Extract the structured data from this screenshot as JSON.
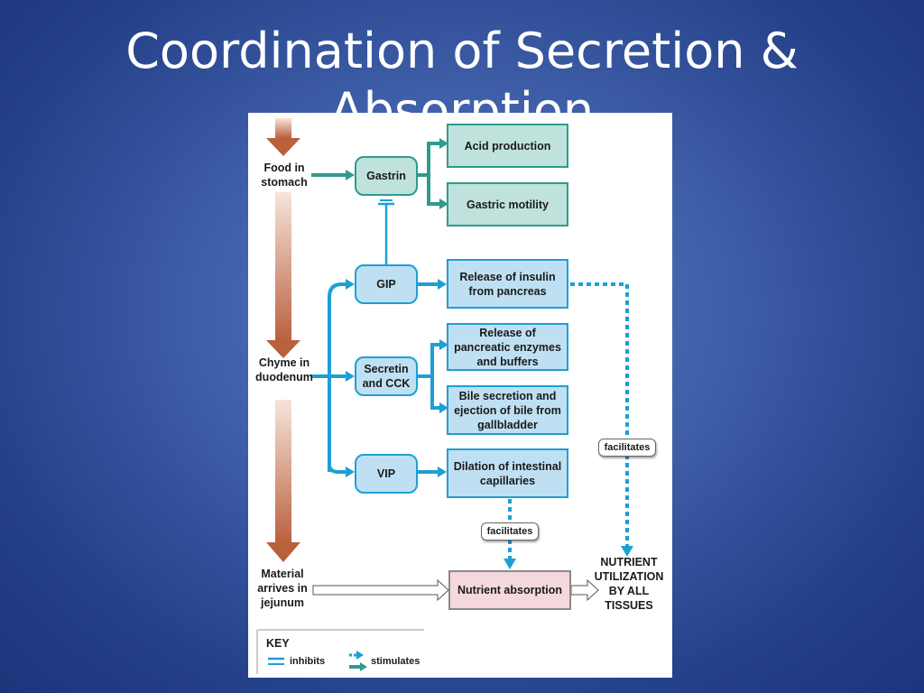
{
  "title": "Coordination of Secretion & Absorption",
  "left_labels": {
    "food": "Food in stomach",
    "chyme": "Chyme in duodenum",
    "material": "Material arrives in jejunum"
  },
  "hormones": {
    "gastrin": "Gastrin",
    "gip": "GIP",
    "secretin": "Secretin and CCK",
    "vip": "VIP"
  },
  "effects": {
    "acid": "Acid production",
    "motility": "Gastric motility",
    "insulin": "Release of insulin from pancreas",
    "enzymes": "Release of pancreatic enzymes and buffers",
    "bile": "Bile secretion and ejection of bile from gallbladder",
    "dilation": "Dilation of intestinal capillaries",
    "absorption": "Nutrient absorption"
  },
  "tags": {
    "facilitates_right": "facilitates",
    "facilitates_bottom": "facilitates"
  },
  "nutrient_utilization": "NUTRIENT UTILIZATION BY ALL TISSUES",
  "key": {
    "title": "KEY",
    "inhibits": "inhibits",
    "stimulates": "stimulates"
  },
  "colors": {
    "teal": "#2f9b8c",
    "blue": "#1e9fd4",
    "brown": "#b9603d",
    "pink": "#f4d8de"
  }
}
